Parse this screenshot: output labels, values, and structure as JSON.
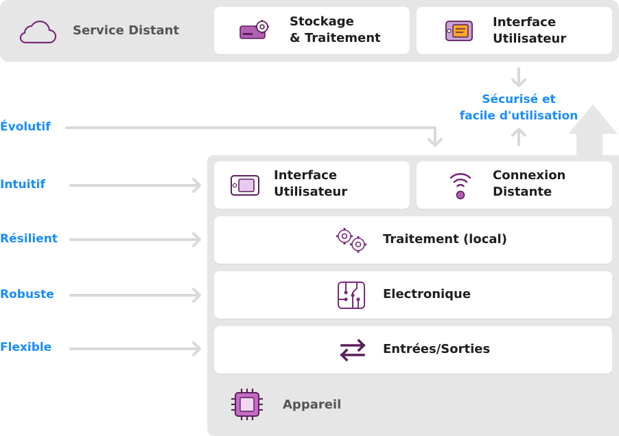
{
  "colors": {
    "accent_blue": "#1a8cff",
    "icon_purple": "#7a2a7a",
    "band_gray": "#e6e6e6",
    "arrow_gray": "#d9d9d9"
  },
  "remote": {
    "label": "Service Distant",
    "icon": "cloud-icon",
    "cards": [
      {
        "label": "Stockage\n& Traitement",
        "icon": "server-gear-icon"
      },
      {
        "label": "Interface\nUtilisateur",
        "icon": "display-panel-icon"
      }
    ]
  },
  "note": "Sécurisé et\nfacile d'utilisation",
  "qualities": [
    "Évolutif",
    "Intuitif",
    "Résilient",
    "Robuste",
    "Flexible"
  ],
  "device": {
    "label": "Appareil",
    "icon": "chip-icon",
    "layers": [
      {
        "label": "Interface\nUtilisateur",
        "icon": "display-panel-icon"
      },
      {
        "label": "Connexion\nDistante",
        "icon": "wireless-signal-icon"
      },
      {
        "label": "Traitement (local)",
        "icon": "gears-icon"
      },
      {
        "label": "Electronique",
        "icon": "circuit-icon"
      },
      {
        "label": "Entrées/Sorties",
        "icon": "exchange-arrows-icon"
      }
    ]
  }
}
